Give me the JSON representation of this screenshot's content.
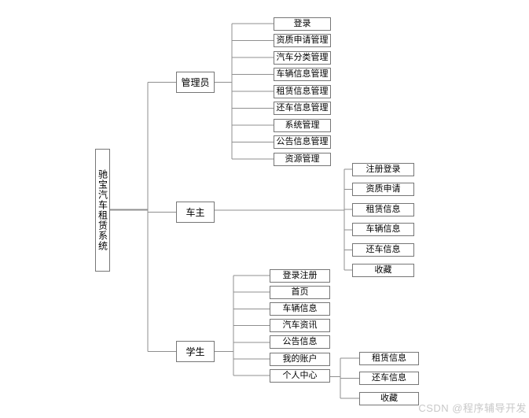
{
  "diagram": {
    "root": {
      "label": "驰宝汽车租赁系统"
    },
    "branches": [
      {
        "label": "管理员",
        "children": [
          {
            "label": "登录"
          },
          {
            "label": "资质申请管理"
          },
          {
            "label": "汽车分类管理"
          },
          {
            "label": "车辆信息管理"
          },
          {
            "label": "租赁信息管理"
          },
          {
            "label": "还车信息管理"
          },
          {
            "label": "系统管理"
          },
          {
            "label": "公告信息管理"
          },
          {
            "label": "资源管理"
          }
        ]
      },
      {
        "label": "车主",
        "children": [
          {
            "label": "注册登录"
          },
          {
            "label": "资质申请"
          },
          {
            "label": "租赁信息"
          },
          {
            "label": "车辆信息"
          },
          {
            "label": "还车信息"
          },
          {
            "label": "收藏"
          }
        ]
      },
      {
        "label": "学生",
        "children": [
          {
            "label": "登录注册"
          },
          {
            "label": "首页"
          },
          {
            "label": "车辆信息"
          },
          {
            "label": "汽车资讯"
          },
          {
            "label": "公告信息"
          },
          {
            "label": "我的账户"
          },
          {
            "label": "个人中心",
            "children": [
              {
                "label": "租赁信息"
              },
              {
                "label": "还车信息"
              },
              {
                "label": "收藏"
              }
            ]
          }
        ]
      }
    ]
  },
  "watermark": {
    "text": "CSDN @程序辅导开发"
  },
  "colors": {
    "background": "#ffffff",
    "box_border": "#767676",
    "connector": "#8f8f8f",
    "text": "#000000",
    "watermark": "#c8c8c8"
  }
}
